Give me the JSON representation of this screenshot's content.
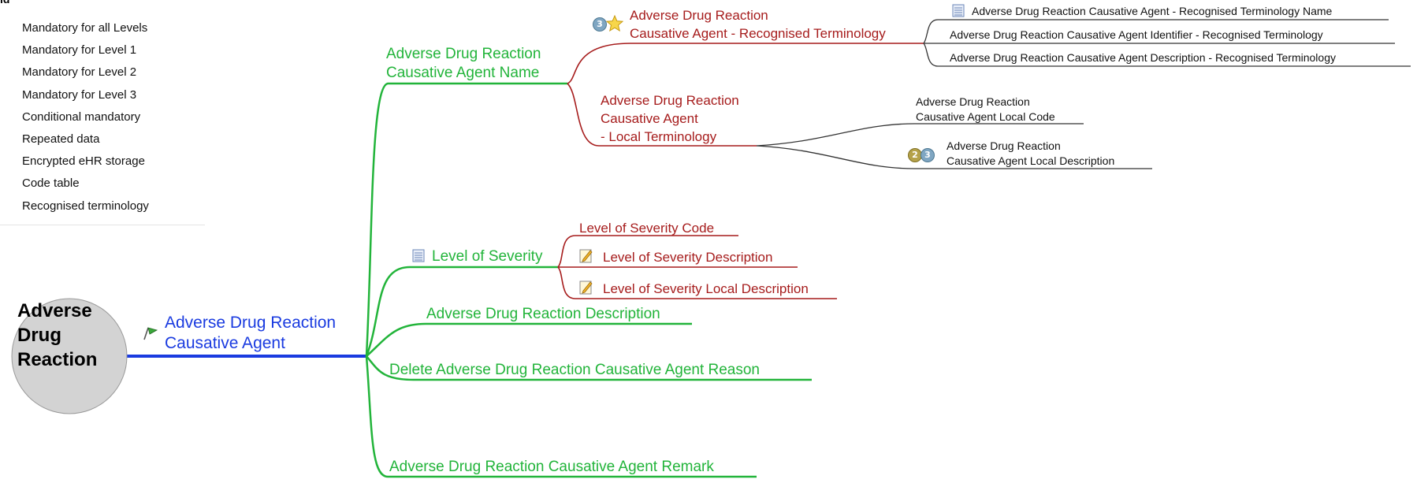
{
  "legend": {
    "title": "ld",
    "items": [
      "Mandatory for all Levels",
      "Mandatory for Level 1",
      "Mandatory for Level 2",
      "Mandatory for Level 3",
      "Conditional mandatory",
      "Repeated data",
      "Encrypted eHR storage",
      "Code table",
      "Recognised terminology"
    ]
  },
  "root": {
    "line1": "Adverse",
    "line2": "Drug",
    "line3": "Reaction"
  },
  "main": {
    "line1": "Adverse Drug Reaction",
    "line2": "Causative Agent"
  },
  "name_branch": {
    "line1": "Adverse Drug Reaction",
    "line2": "Causative Agent Name"
  },
  "recognised": {
    "line1": "Adverse Drug Reaction",
    "line2": "Causative Agent - Recognised Terminology"
  },
  "recognised_children": [
    "Adverse Drug Reaction Causative Agent - Recognised Terminology Name",
    "Adverse Drug Reaction Causative Agent Identifier - Recognised Terminology",
    "Adverse Drug Reaction Causative Agent Description - Recognised Terminology"
  ],
  "local": {
    "line1": "Adverse Drug Reaction",
    "line2": "Causative Agent",
    "line3": "- Local Terminology"
  },
  "local_code": {
    "line1": "Adverse Drug Reaction",
    "line2": "Causative Agent Local Code"
  },
  "local_desc": {
    "line1": "Adverse Drug Reaction",
    "line2": "Causative Agent Local Description"
  },
  "severity": "Level of Severity",
  "severity_children": [
    "Level of Severity Code",
    "Level of Severity Description",
    "Level of Severity Local Description"
  ],
  "description": "Adverse Drug Reaction Description",
  "delete_reason": "Delete Adverse Drug Reaction Causative Agent Reason",
  "remark": "Adverse Drug Reaction Causative Agent Remark",
  "badges": {
    "three": "3",
    "two": "2"
  },
  "colors": {
    "root_fill": "#d3d3d3",
    "blue_branch": "#1a3be0",
    "green_branch": "#22b43a",
    "red_branch": "#a61c1c",
    "black_branch": "#333333"
  }
}
